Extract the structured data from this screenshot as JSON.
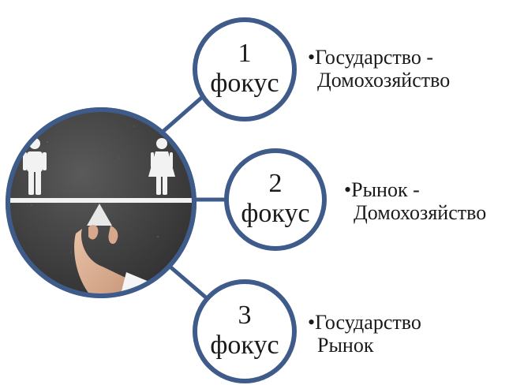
{
  "focuses": [
    {
      "number": "1",
      "word": "фокус",
      "line1": "•Государство -",
      "line2": "Домохозяйство"
    },
    {
      "number": "2",
      "word": "фокус",
      "line1": "•Рынок -",
      "line2": "Домохозяйство"
    },
    {
      "number": "3",
      "word": "фокус",
      "line1": "•Государство",
      "line2": "Рынок"
    }
  ],
  "colors": {
    "ring": "#3e5b8a",
    "connector": "#3e5b8a",
    "chalkboard": "#4a4a4a",
    "chalk": "#f2f2f2"
  },
  "icons": {
    "main": "balance-scale-hand-photo",
    "male": "male-figure-icon",
    "female": "female-figure-icon"
  }
}
